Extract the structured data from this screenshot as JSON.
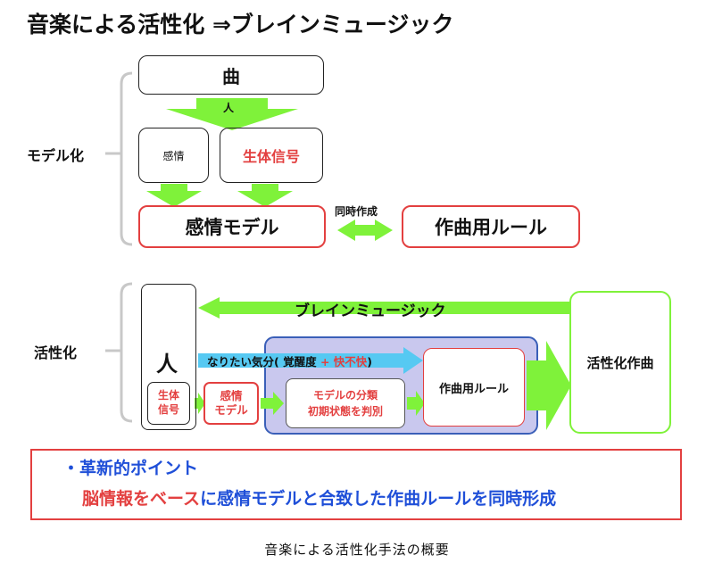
{
  "title": "音楽による活性化 ⇒ブレインミュージック",
  "sections": {
    "model": "モデル化",
    "activation": "活性化"
  },
  "model_diagram": {
    "song": "曲",
    "person_arrow": "人",
    "emotion": "感情",
    "biosignal": "生体信号",
    "emotion_model": "感情モデル",
    "simultaneous": "同時作成",
    "composition_rule": "作曲用ルール"
  },
  "activation_diagram": {
    "brain_music": "ブレインミュージック",
    "person": "人",
    "desired_mood_prefix": "なりたい気分(",
    "arousal": " 覚醒度 ",
    "plus": "+",
    "pleasantness": " 快不快",
    "mood_suffix": ")",
    "biosignal": "生体\n信号",
    "emotion_model": "感情\nモデル",
    "classification": "モデルの分類\n初期状態を判別",
    "composition_rule": "作曲用ルール",
    "activation_composition": "活性化作曲"
  },
  "innovation": {
    "heading": "・革新的ポイント",
    "red_part": "脳情報をベース",
    "blue_part": "に感情モデルと合致した作曲ルールを同時形成"
  },
  "caption": "音楽による活性化手法の概要",
  "colors": {
    "green": "#7ff23a",
    "red": "#e34040",
    "blue": "#1f4fd8",
    "cyan": "#56c9f2",
    "lavender": "#c9c8ee"
  }
}
